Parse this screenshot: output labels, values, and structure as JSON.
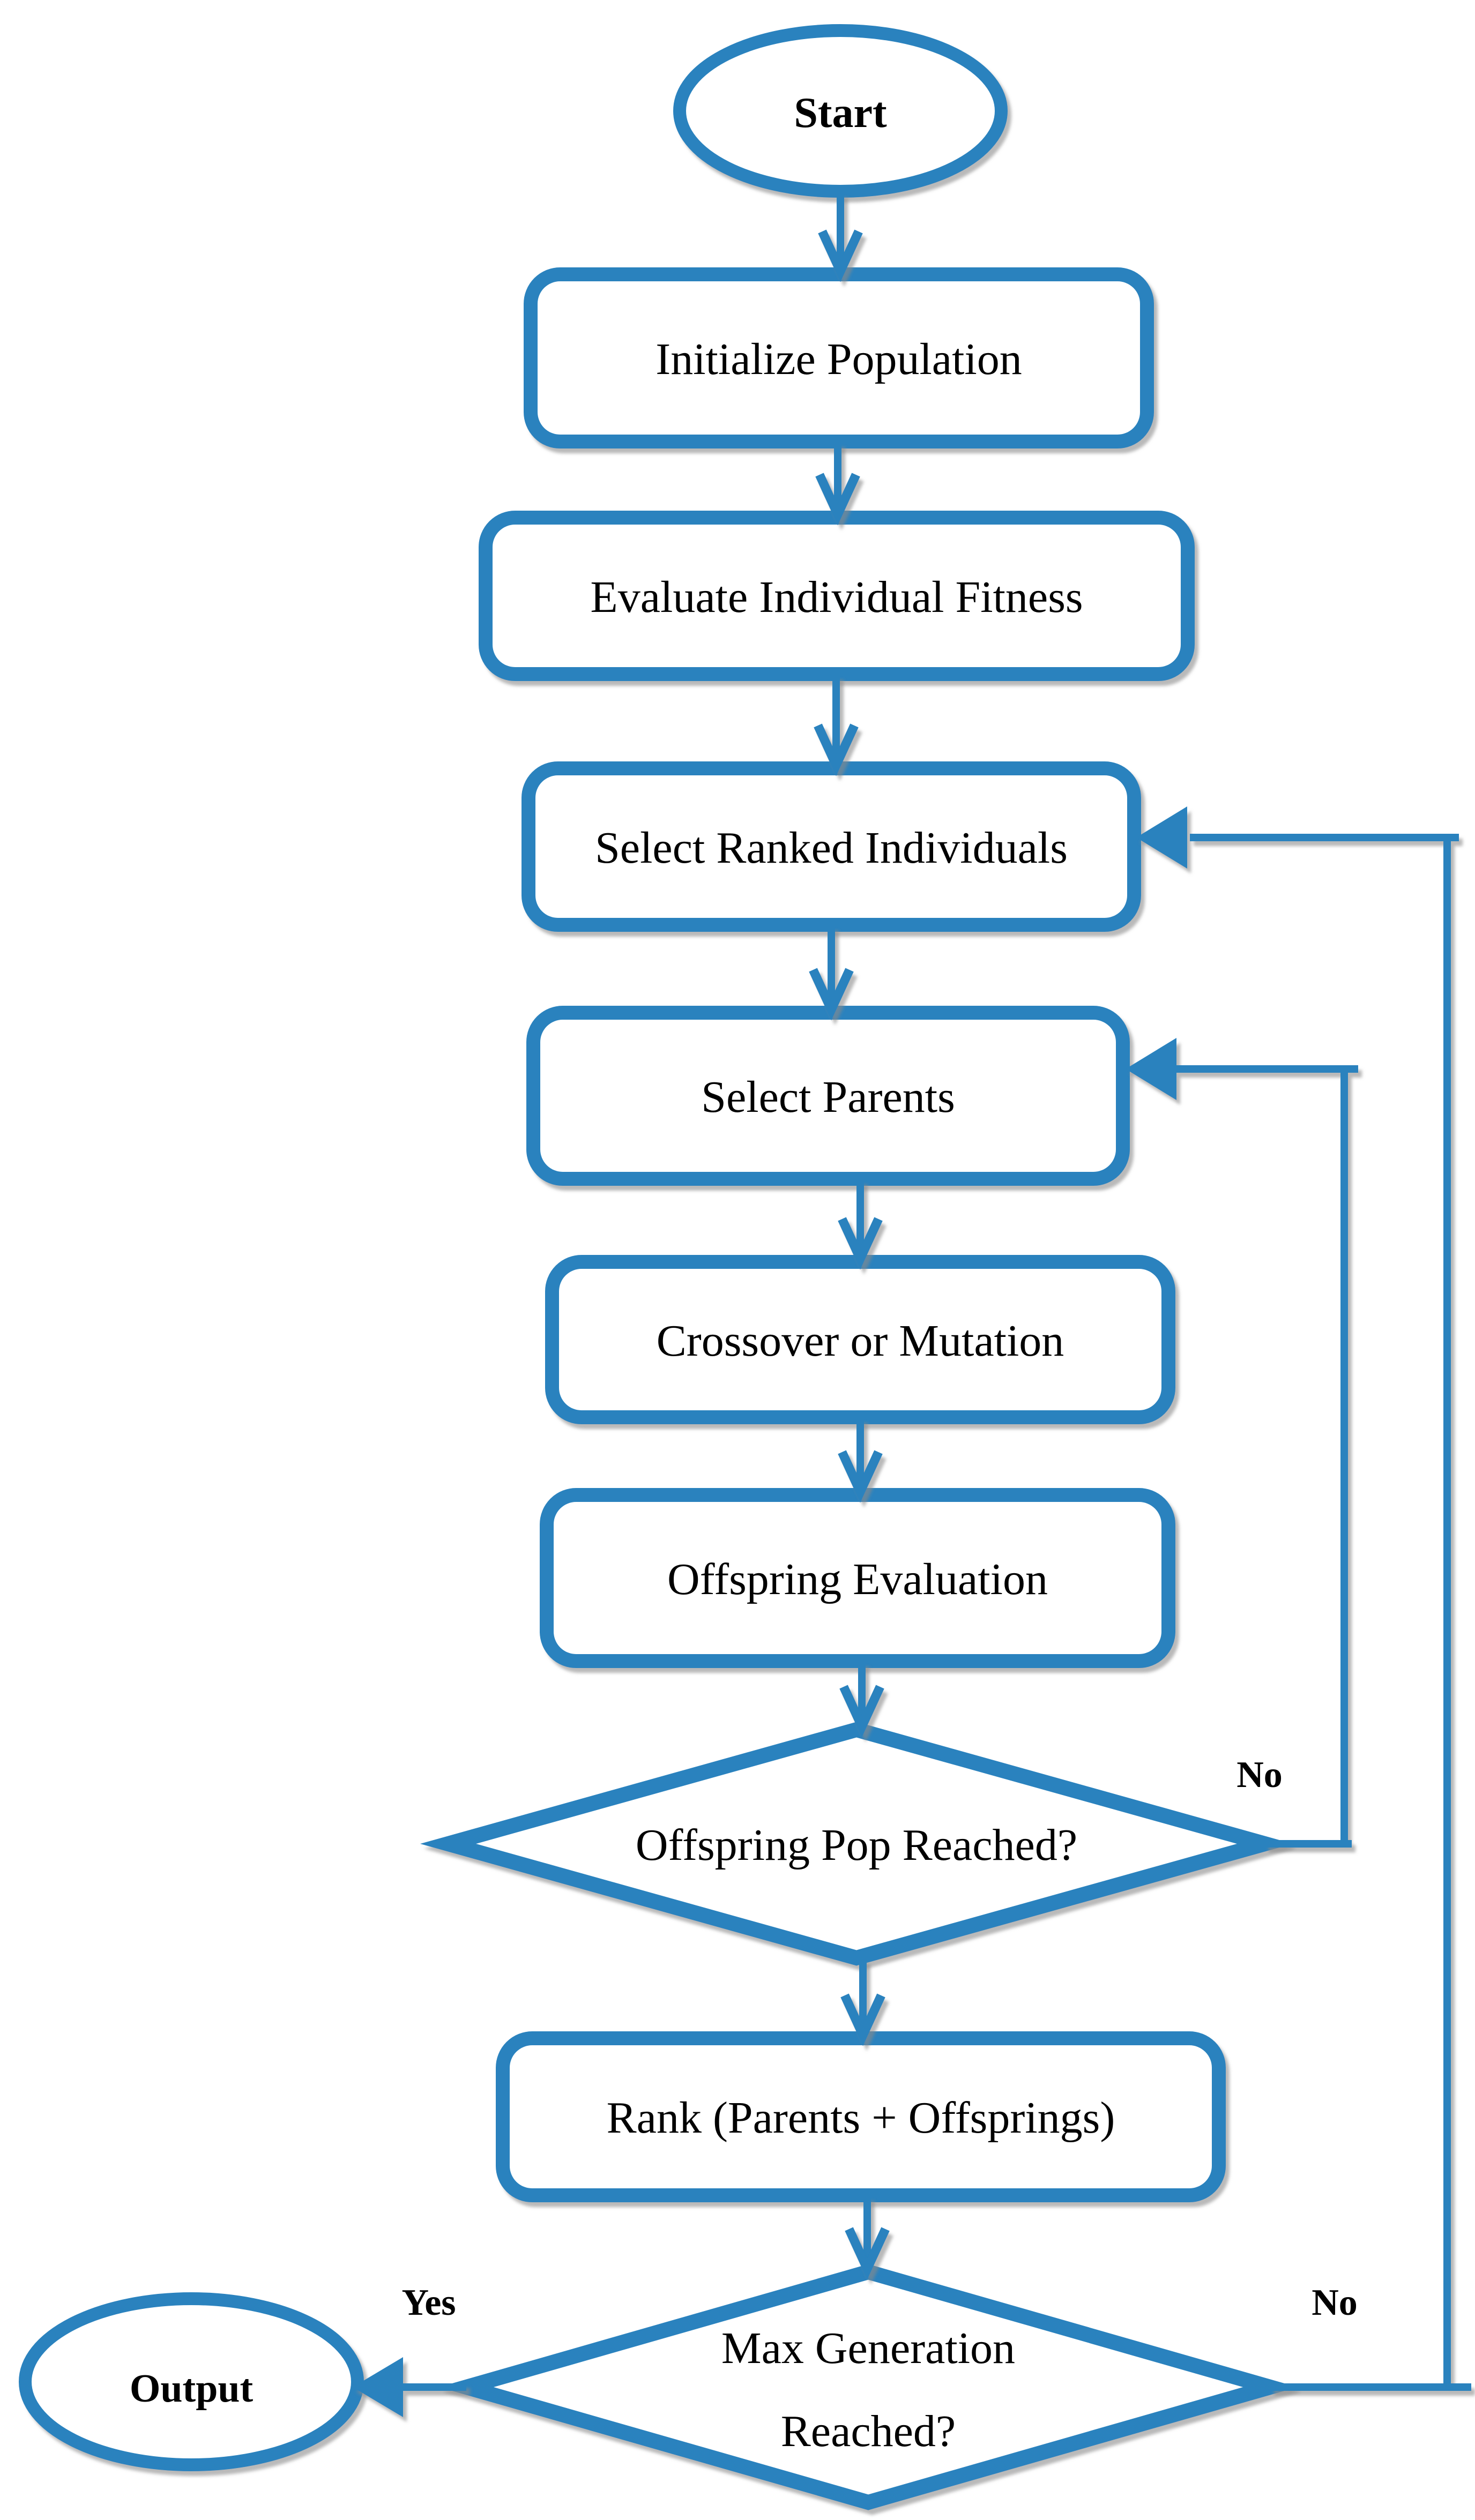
{
  "figure": {
    "title": "Genetic algorithm flowchart",
    "background_color": "#ffffff",
    "accent_color": "#2982BE",
    "shadow_color": "#8a8a8a",
    "text_color": "#000000"
  },
  "nodes": {
    "start": {
      "type": "terminator",
      "label": "Start"
    },
    "initialize_population": {
      "type": "process",
      "label": "Initialize Population"
    },
    "evaluate_individual_fitness": {
      "type": "process",
      "label": "Evaluate Individual Fitness"
    },
    "select_ranked_individuals": {
      "type": "process",
      "label": "Select Ranked Individuals"
    },
    "select_parents": {
      "type": "process",
      "label": "Select Parents"
    },
    "crossover_or_mutation": {
      "type": "process",
      "label": "Crossover or Mutation"
    },
    "offspring_evaluation": {
      "type": "process",
      "label": "Offspring Evaluation"
    },
    "offspring_pop_reached": {
      "type": "decision",
      "label": "Offspring Pop Reached?"
    },
    "rank_parents_offsprings": {
      "type": "process",
      "label": "Rank (Parents + Offsprings)"
    },
    "max_generation_reached": {
      "type": "decision",
      "label_line1": "Max Generation",
      "label_line2": "Reached?"
    },
    "output": {
      "type": "terminator",
      "label": "Output"
    }
  },
  "edge_labels": {
    "offspring_pop_no": "No",
    "max_generation_no": "No",
    "max_generation_yes": "Yes"
  }
}
